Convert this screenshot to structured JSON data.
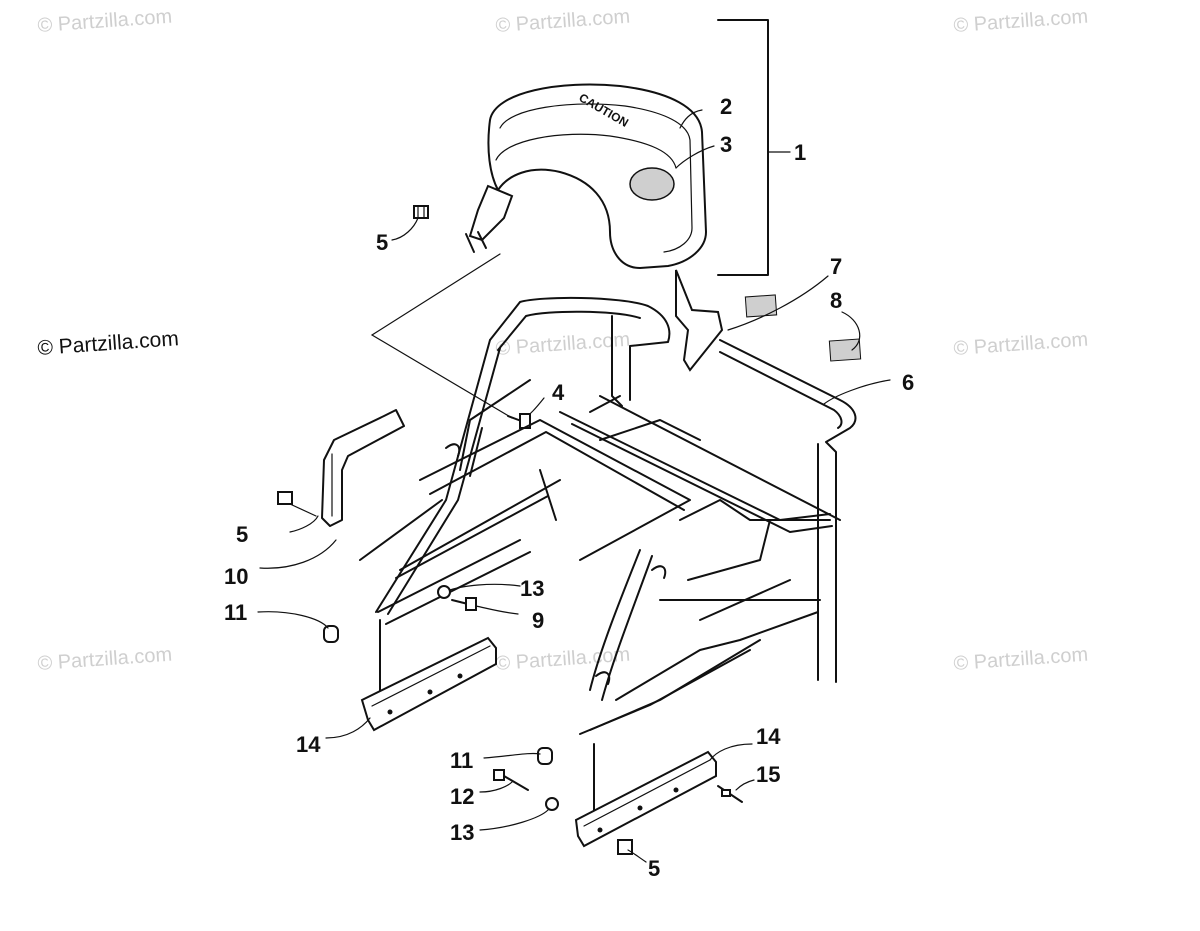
{
  "watermarks": {
    "top_left": "© Partzilla.com",
    "top_center": "© Partzilla.com",
    "top_right": "© Partzilla.com",
    "mid_left": "© Partzilla.com",
    "mid_center": "© Partzilla.com",
    "mid_right": "© Partzilla.com",
    "low_left": "© Partzilla.com",
    "low_center": "© Partzilla.com",
    "low_right": "© Partzilla.com"
  },
  "backrest_text": {
    "caution": "CAUTION"
  },
  "callouts": {
    "c1": "1",
    "c2": "2",
    "c3": "3",
    "c4": "4",
    "c5a": "5",
    "c5b": "5",
    "c5c": "5",
    "c6": "6",
    "c7": "7",
    "c8": "8",
    "c9": "9",
    "c10": "10",
    "c11a": "11",
    "c11b": "11",
    "c12": "12",
    "c13a": "13",
    "c13b": "13",
    "c14a": "14",
    "c14b": "14",
    "c15": "15"
  }
}
